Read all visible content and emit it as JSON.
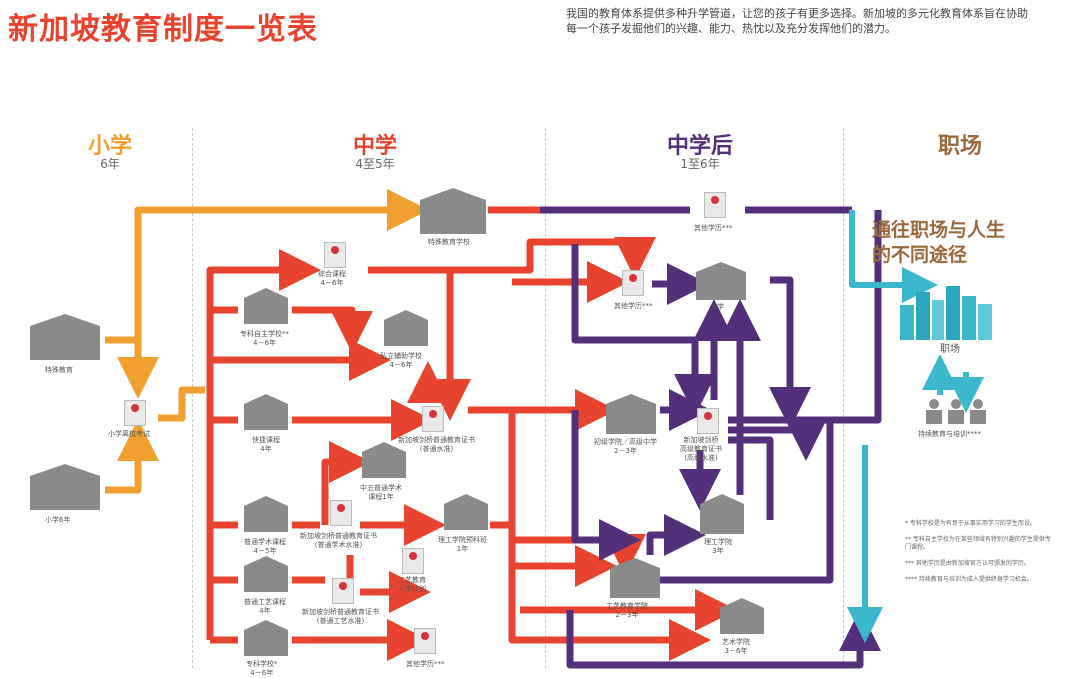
{
  "title": "新加坡教育制度一览表",
  "intro": "我国的教育体系提供多种升学管道，让您的孩子有更多选择。新加坡的多元化教育体系旨在协助每一个孩子发掘他们的兴趣、能力、热忱以及充分发挥他们的潜力。",
  "columns": {
    "primary": {
      "title": "小学",
      "sub": "6年",
      "color": "#f0a030"
    },
    "secondary": {
      "title": "中学",
      "sub": "4至5年",
      "color": "#e8432e"
    },
    "post": {
      "title": "中学后",
      "sub": "1至6年",
      "color": "#55307a"
    },
    "career": {
      "title": "职场",
      "sub": "",
      "color": "#9a6a3c"
    }
  },
  "nodes": {
    "special_ed": "特殊教育",
    "primary6": "小学6年",
    "psle": "小学离校考试",
    "special_school": "特殊教育学校",
    "integrated": "综合课程\n4－6年",
    "specialised_indep": "专科自主学校**\n4－6年",
    "private_funded": "私立辅助学校\n4－6年",
    "express": "快捷课程\n4年",
    "gce_o": "新加坡剑桥普通教育证书\n(普通水准)",
    "sec_bridge": "中五普通学术\n课程1年",
    "na_course": "普通学术课程\n4－5年",
    "gce_na": "新加坡剑桥普通教育证书\n(普通学术水准)",
    "poly_foundation": "理工学院预科班\n1年",
    "nt_course": "普通工艺课程\n4年",
    "gce_nt": "新加坡剑桥普通教育证书\n(普通工艺水准)",
    "direct_entry": "工艺教育\n入学计划",
    "specialised_school": "专科学校*\n4－6年",
    "other_quals_bottom": "其他学历***",
    "other_quals_top": "其他学历***",
    "other_quals_mid": "其他学历***",
    "university": "大学",
    "jc": "初级学院／高级中学\n2－3年",
    "gce_a": "新加坡剑桥\n高级教育证书\n(高级水准)",
    "polytechnic": "理工学院\n3年",
    "ite": "工艺教育学院\n2－3年",
    "arts": "艺术学院\n3－6年",
    "career_lbl": "职场",
    "cet": "持续教育与培训****"
  },
  "career_text": "通往职场与人生\n的不同途径",
  "notes": [
    "*  专科学校是为有意于从事实用学习的学生而设。",
    "**  专科自主学校为在某些领域有特别兴趣的学生提供专门课程。",
    "***  其他学历是由新加坡官方认可颁发的学历。",
    "****  持续教育与培训为成人提供终身学习机会。"
  ]
}
